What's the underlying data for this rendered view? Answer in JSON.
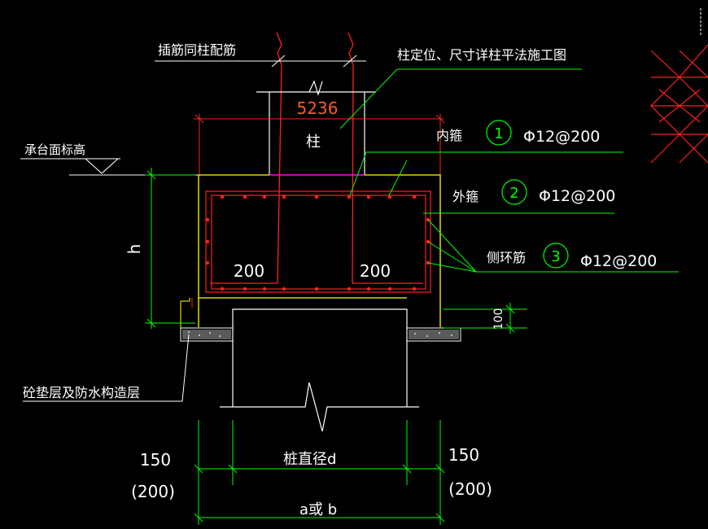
{
  "labels": {
    "dowel_bars": "插筋同柱配筋",
    "column_ref": "柱定位、尺寸详柱平法施工图",
    "dimension_5236": "5236",
    "column": "柱",
    "cap_top_elevation": "承台面标高",
    "inner_stirrup": "内箍",
    "outer_stirrup": "外箍",
    "side_ring_bar": "侧环筋",
    "spec_1": "Φ12@200",
    "spec_2": "Φ12@200",
    "spec_3": "Φ12@200",
    "height": "h",
    "anchor_left": "200",
    "anchor_right": "200",
    "cover": "100",
    "cushion_layer": "砼垫层及防水构造层",
    "pile_diameter": "桩直径d",
    "edge_left": "150",
    "edge_left_alt": "(200)",
    "edge_right": "150",
    "edge_right_alt": "(200)",
    "overall_width": "a或 b"
  },
  "markers": [
    "1",
    "2",
    "3"
  ],
  "colors": {
    "background": "#000000",
    "text": "#ffffff",
    "leader": "#00ff00",
    "rebar": "#ff0000",
    "concrete": "#ffff00",
    "column_top": "#ff00ff",
    "dimension_text": "#ff5a28"
  }
}
